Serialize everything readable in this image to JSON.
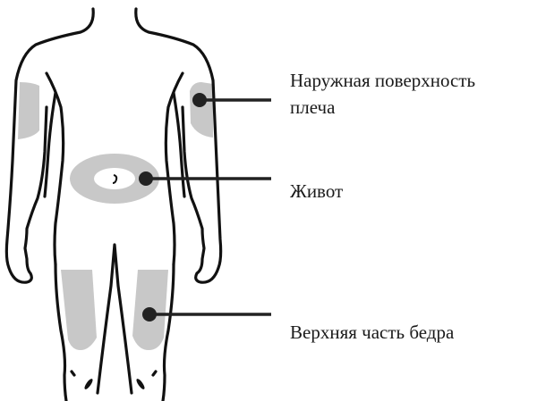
{
  "diagram": {
    "type": "injection-sites-body-map",
    "colors": {
      "outline": "#111111",
      "zone_fill": "#c8c8c8",
      "marker": "#222222",
      "background": "#ffffff"
    },
    "labels": [
      {
        "id": "upper-arm",
        "line1": "Наружная поверхность",
        "line2": "плеча"
      },
      {
        "id": "abdomen",
        "line1": "Живот"
      },
      {
        "id": "thigh",
        "line1": "Верхняя часть бедра"
      }
    ]
  }
}
